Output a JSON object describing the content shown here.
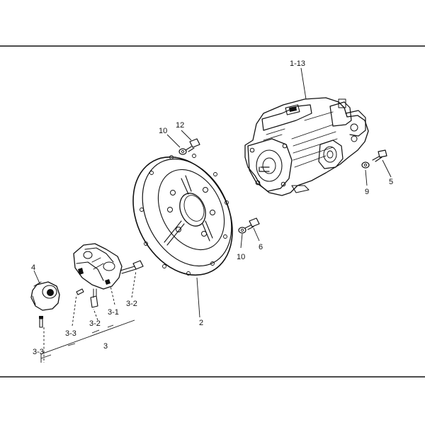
{
  "colors": {
    "background": "#ffffff",
    "ink": "#111111"
  },
  "parts": {
    "pump_assembly": "1-13",
    "flange": "2",
    "coupling": "3",
    "coupling_body": "3-1",
    "coupling_bolt": "3-2",
    "coupling_pin": "3-3",
    "coupling_hub": "4",
    "bolt_right": "5",
    "bolt_mid": "6",
    "washer_right": "9",
    "washer": "10",
    "bolt_top": "12"
  }
}
